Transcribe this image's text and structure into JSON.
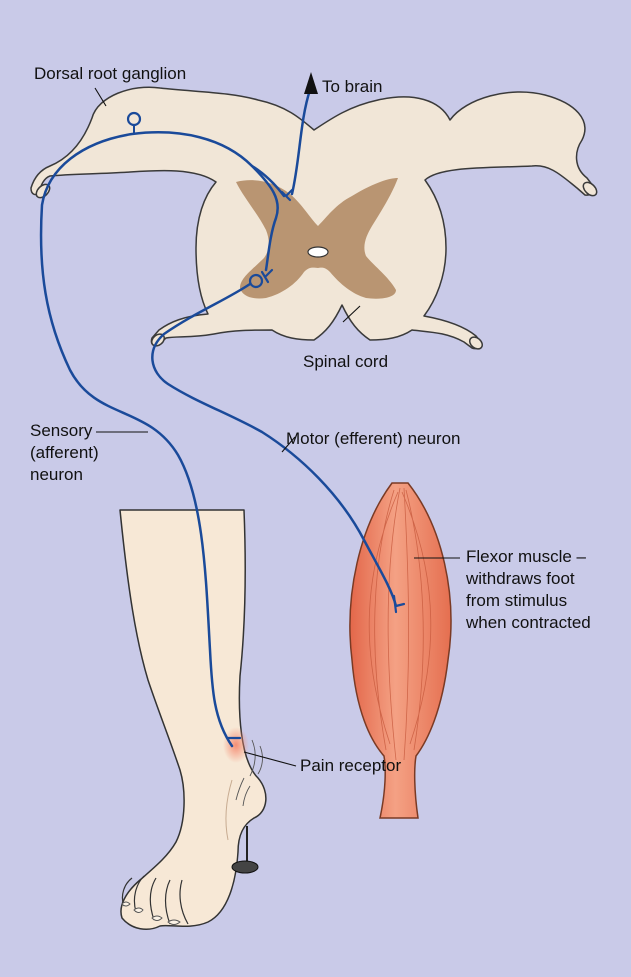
{
  "colors": {
    "background": "#c9cae8",
    "spinal_cord": "#f1e6d7",
    "grey_matter": "#b99572",
    "neuron": "#1a4a9a",
    "muscle": "#ec8a6b",
    "skin": "#f7e8d6",
    "pain_highlight": "#f4a48a"
  },
  "labels": {
    "dorsal_root_ganglion": "Dorsal root ganglion",
    "to_brain": "To brain",
    "spinal_cord": "Spinal cord",
    "motor_neuron": "Motor (efferent) neuron",
    "sensory_neuron": [
      "Sensory",
      "(afferent)",
      "neuron"
    ],
    "flexor_muscle": [
      "Flexor muscle –",
      "withdraws foot",
      "from stimulus",
      "when contracted"
    ],
    "pain_receptor": "Pain receptor"
  },
  "icons": {
    "stimulus": "pin-icon",
    "direction": "arrow-up-icon"
  }
}
